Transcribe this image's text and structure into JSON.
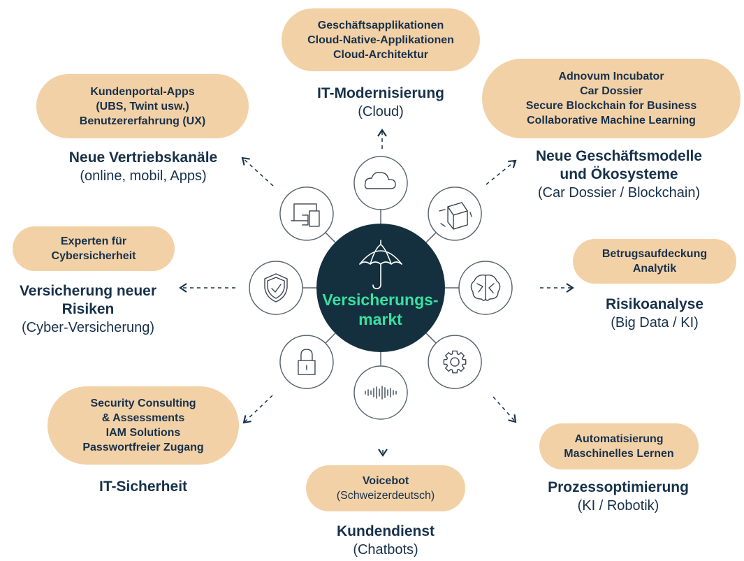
{
  "colors": {
    "navy": "#17314a",
    "accent": "#39e0a0",
    "pill": "#f3d1a7",
    "ring": "#5a6570"
  },
  "center": {
    "lines": [
      "Versicherungs-",
      "markt"
    ],
    "icon": "umbrella-icon"
  },
  "nodes": [
    {
      "id": "it-modernisierung",
      "icon": "cloud-icon",
      "title": [
        "IT-Modernisierung"
      ],
      "subtitle": "(Cloud)",
      "items": [
        "Geschäftsapplikationen",
        "Cloud-Native-Applikationen",
        "Cloud-Architektur"
      ]
    },
    {
      "id": "neue-geschaeftsmodelle",
      "icon": "cube-network-icon",
      "title": [
        "Neue Geschäftsmodelle",
        "und Ökosysteme"
      ],
      "subtitle": "(Car Dossier / Blockchain)",
      "items": [
        "Adnovum Incubator",
        "Car Dossier",
        "Secure Blockchain for Business",
        "Collaborative Machine Learning"
      ]
    },
    {
      "id": "risikoanalyse",
      "icon": "brain-icon",
      "title": [
        "Risikoanalyse"
      ],
      "subtitle": "(Big Data / KI)",
      "items": [
        "Betrugsaufdeckung",
        "Analytik"
      ]
    },
    {
      "id": "prozessoptimierung",
      "icon": "gear-icon",
      "title": [
        "Prozessoptimierung"
      ],
      "subtitle": "(KI / Robotik)",
      "items": [
        "Automatisierung",
        "Maschinelles Lernen"
      ]
    },
    {
      "id": "kundendienst",
      "icon": "soundwave-icon",
      "title": [
        "Kundendienst"
      ],
      "subtitle": "(Chatbots)",
      "items": [
        "Voicebot",
        "(Schweizerdeutsch)"
      ]
    },
    {
      "id": "it-sicherheit",
      "icon": "padlock-icon",
      "title": [
        "IT-Sicherheit"
      ],
      "subtitle": "",
      "items": [
        "Security Consulting",
        "& Assessments",
        "IAM Solutions",
        "Passwortfreier Zugang"
      ]
    },
    {
      "id": "versicherung-neuer-risiken",
      "icon": "shield-check-icon",
      "title": [
        "Versicherung neuer",
        "Risiken"
      ],
      "subtitle": "(Cyber-Versicherung)",
      "items": [
        "Experten für",
        "Cybersicherheit"
      ]
    },
    {
      "id": "neue-vertriebskanaele",
      "icon": "devices-icon",
      "title": [
        "Neue Vertriebskanäle"
      ],
      "subtitle": "(online, mobil, Apps)",
      "items": [
        "Kundenportal-Apps",
        "(UBS, Twint usw.)",
        "Benutzererfahrung (UX)"
      ]
    }
  ]
}
